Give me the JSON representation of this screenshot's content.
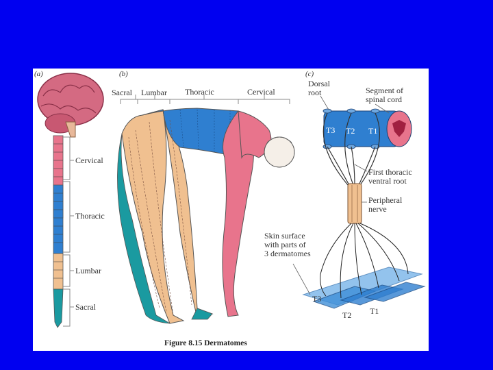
{
  "figure": {
    "caption": "Figure 8.15  Dermatomes",
    "panels": {
      "a": "(a)",
      "b": "(b)",
      "c": "(c)"
    },
    "spine_labels": {
      "cervical": "Cervical",
      "thoracic": "Thoracic",
      "lumbar": "Lumbar",
      "sacral": "Sacral"
    },
    "body_labels": {
      "sacral": "Sacral",
      "lumbar": "Lumbar",
      "thoracic": "Thoracic",
      "cervical": "Cervical"
    },
    "nerve_labels": {
      "dorsal_root": [
        "Dorsal",
        "root"
      ],
      "segment": [
        "Segment of",
        "spinal cord"
      ],
      "t3": "T3",
      "t2": "T2",
      "t1": "T1",
      "ventral_root": [
        "First thoracic",
        "ventral root"
      ],
      "peripheral": [
        "Peripheral",
        "nerve"
      ],
      "skin": [
        "Skin surface",
        "with parts of",
        "3 dermatomes"
      ],
      "skin_t3": "T3",
      "skin_t2": "T2",
      "skin_t1": "T1"
    },
    "colors": {
      "cervical": "#e8748c",
      "thoracic": "#2f7fd0",
      "lumbar": "#f0c090",
      "sacral": "#1a9aa0",
      "brain": "#d46a82",
      "background": "#0000f0"
    }
  }
}
